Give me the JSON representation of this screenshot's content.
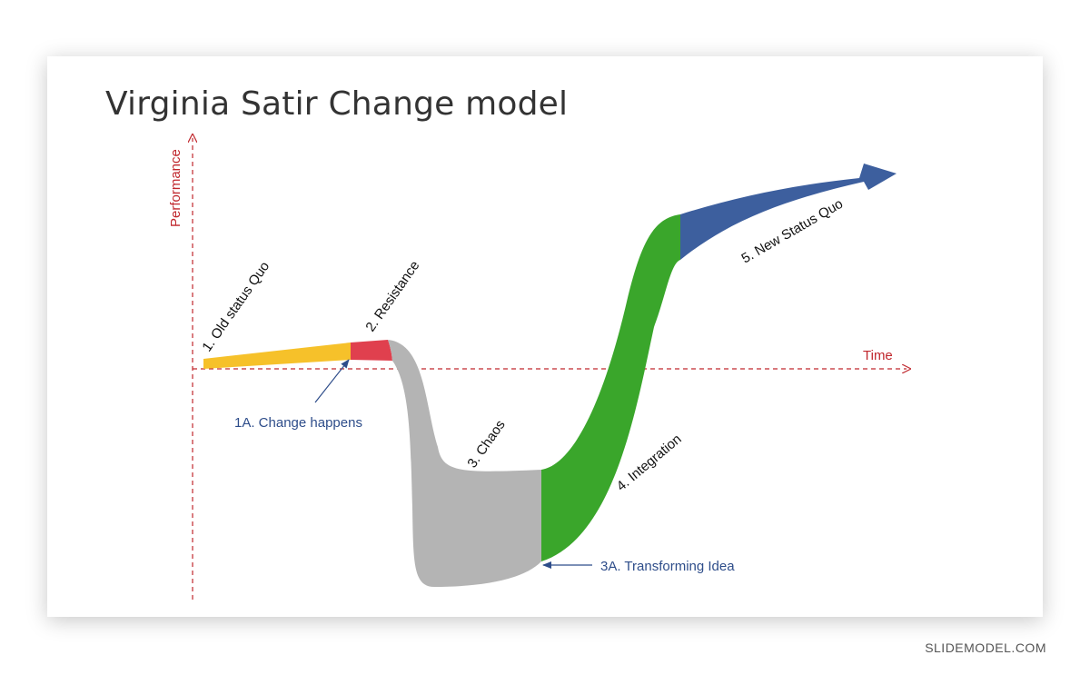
{
  "title": "Virginia Satir Change model",
  "axes": {
    "y_label": "Performance",
    "x_label": "Time",
    "color": "#c0272d"
  },
  "stages": [
    {
      "id": "old-status-quo",
      "label": "1. Old status Quo",
      "color": "#f6c12a"
    },
    {
      "id": "resistance",
      "label": "2. Resistance",
      "color": "#e0404e"
    },
    {
      "id": "chaos",
      "label": "3. Chaos",
      "color": "#b4b4b4"
    },
    {
      "id": "integration",
      "label": "4. Integration",
      "color": "#3aa62b"
    },
    {
      "id": "new-status-quo",
      "label": "5. New Status Quo",
      "color": "#3d5f9e"
    }
  ],
  "callouts": [
    {
      "id": "change-happens",
      "label": "1A. Change happens",
      "color": "#2e4d8a"
    },
    {
      "id": "transforming-idea",
      "label": "3A. Transforming Idea",
      "color": "#2e4d8a"
    }
  ],
  "brand": "SLIDEMODEL.COM"
}
